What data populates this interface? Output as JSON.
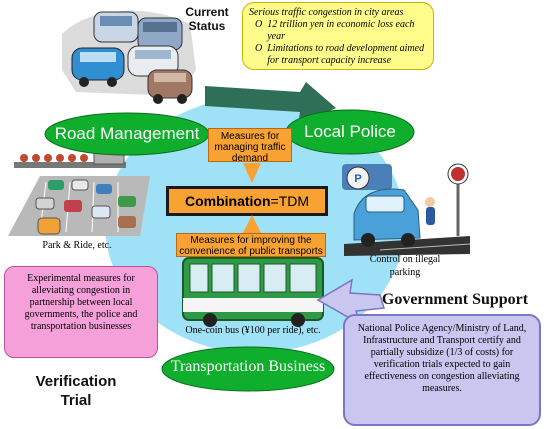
{
  "current_status": {
    "title_line1": "Current",
    "title_line2": "Status",
    "heading": "Serious traffic congestion in city areas",
    "bullets": [
      "12 trillion yen in economic loss each year",
      "Limitations to road development aimed for transport capacity increase"
    ],
    "bullet_symbol": "O"
  },
  "ovals": {
    "road_management": "Road Management",
    "local_police": "Local Police",
    "transportation_business": "Transportation Business"
  },
  "center": {
    "demand_box": "Measures for managing traffic demand",
    "combination_prefix": "Combination",
    "combination_suffix": "=TDM",
    "convenience_box": "Measures for improving the convenience of public transports"
  },
  "captions": {
    "park_ride": "Park & Ride, etc.",
    "illegal_parking": "Control on illegal parking",
    "bus": "One-coin bus (¥100 per ride), etc."
  },
  "verification": {
    "box_text": "Experimental measures for alleviating congestion in partnership between local governments, the police and transportation businesses",
    "title_line1": "Verification",
    "title_line2": "Trial"
  },
  "government": {
    "title": "Government Support",
    "box_text": "National Police Agency/Ministry of Land, Infrastructure and Transport certify and partially subsidize (1/3 of costs) for verification trials expected to gain effectiveness on congestion alleviating measures."
  },
  "colors": {
    "oval_green": "#0fae2c",
    "light_blue": "#9fe2f7",
    "orange": "#f7a233",
    "yellow": "#fffc8c",
    "pink": "#f5a0d8",
    "lavender": "#c9c6ef"
  }
}
